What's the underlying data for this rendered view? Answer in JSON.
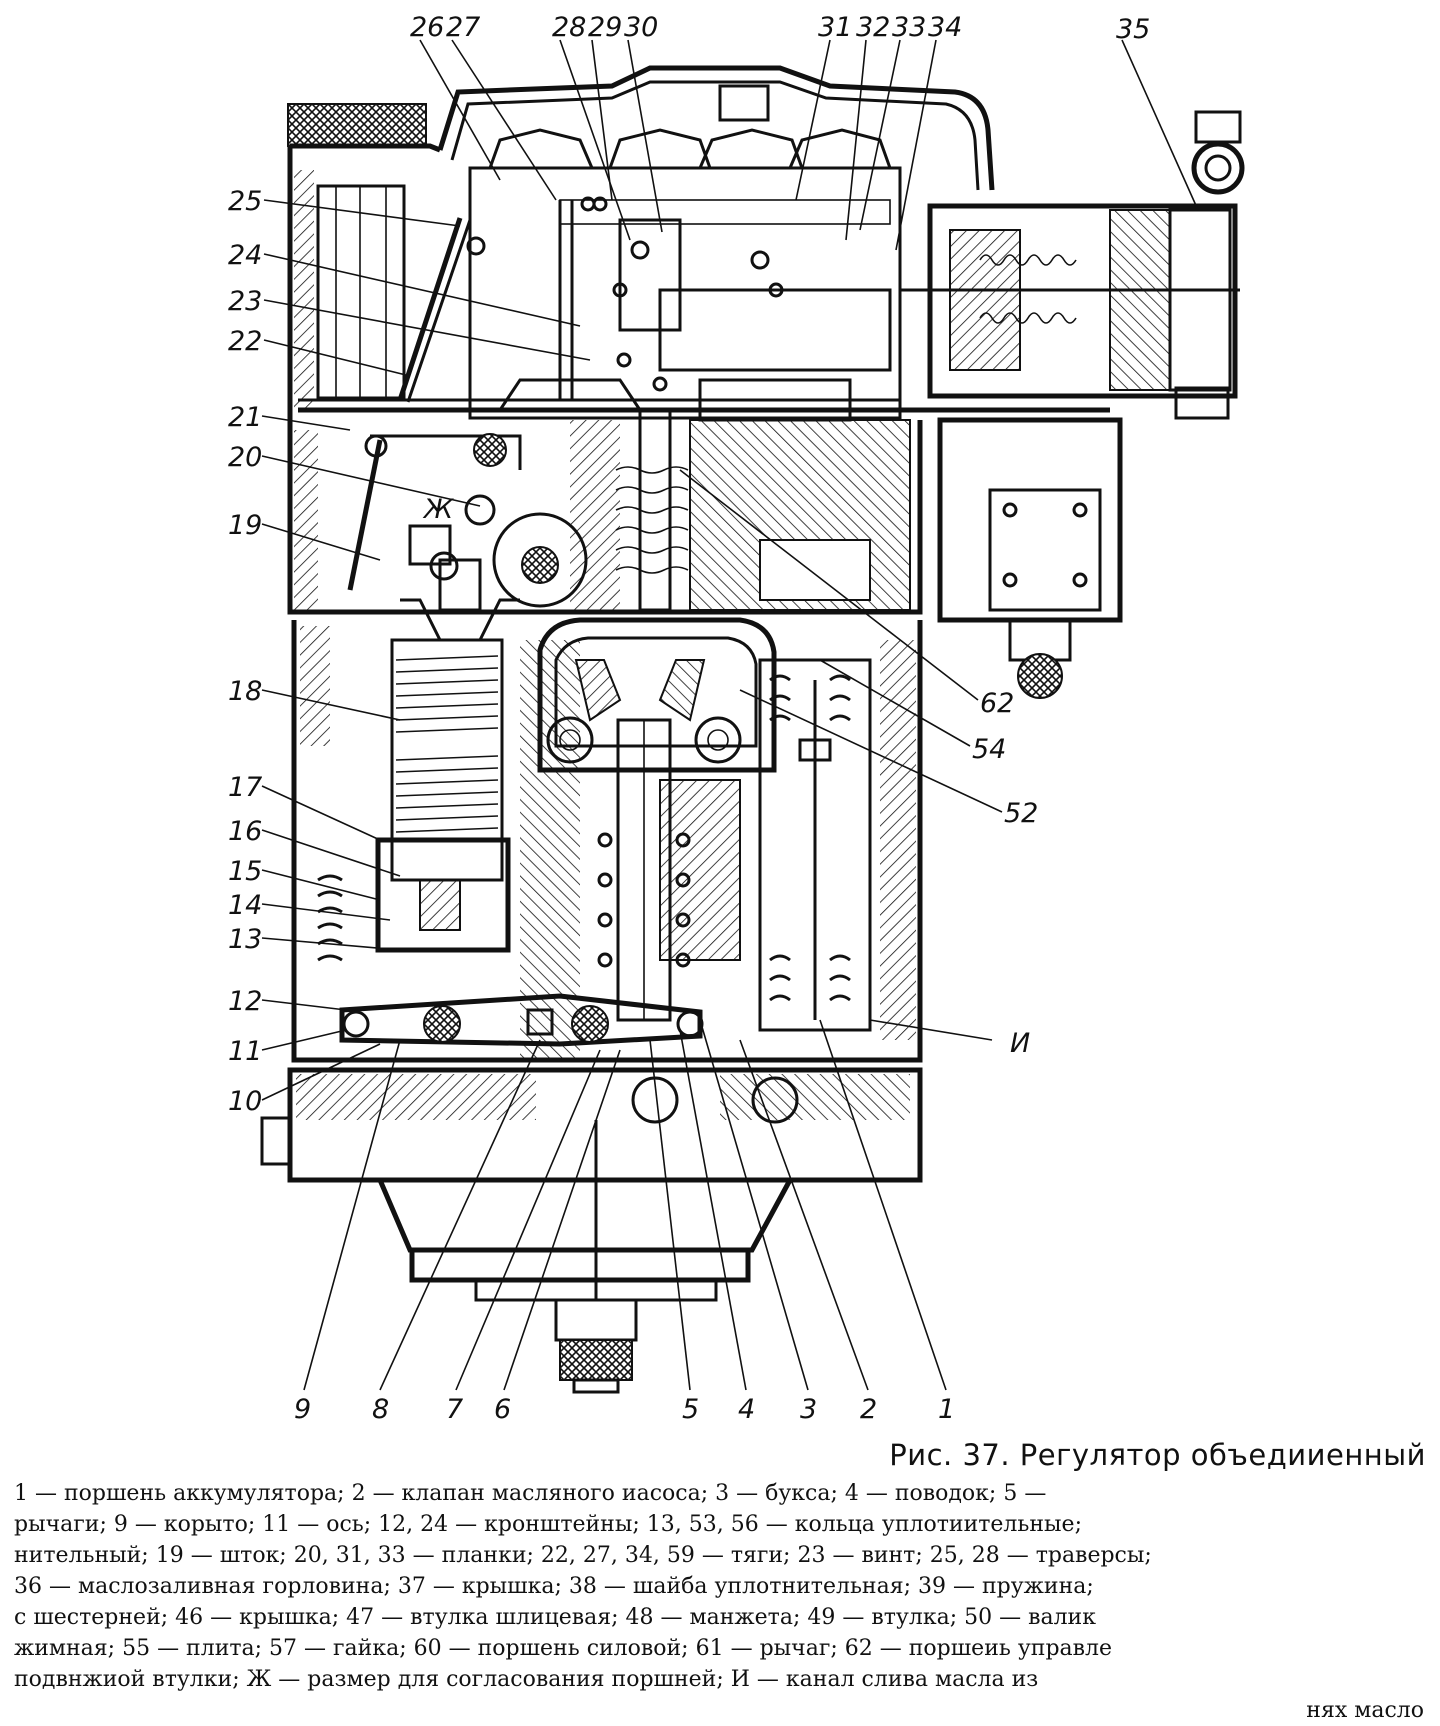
{
  "figure": {
    "labels": [
      "1",
      "2",
      "3",
      "4",
      "5",
      "6",
      "7",
      "8",
      "9",
      "10",
      "11",
      "12",
      "13",
      "14",
      "15",
      "16",
      "17",
      "18",
      "19",
      "20",
      "21",
      "22",
      "23",
      "24",
      "25",
      "26",
      "27",
      "28",
      "29",
      "30",
      "31",
      "32",
      "33",
      "34",
      "35",
      "52",
      "54",
      "62",
      "Ж",
      "И"
    ],
    "caption_title": "Рис. 37. Регулятор объедииенный",
    "legend_lines": [
      "1 — поршень аккумулятора; 2 — клапан масляного иасоса; 3 — букса; 4 — поводок; 5 —",
      "рычаги; 9 — корыто; 11 — ось; 12, 24 — кронштейны; 13, 53, 56 — кольца уплотиительные;",
      "нительный; 19 — шток; 20, 31, 33 — планки; 22, 27, 34, 59 — тяги; 23 — винт; 25, 28 — траверсы;",
      "36 — маслозаливная горловина; 37 — крышка; 38 — шайба уплотнительная; 39 — пружина;",
      "с шестерней; 46 — крышка; 47 — втулка шлицевая; 48 — манжета; 49 — втулка; 50 — валик",
      "жимная; 55 — плита; 57 — гайка; 60 — поршень силовой; 61 — рычаг; 62 — поршеиь управле",
      "подвнжиой втулки; Ж — размер для согласования поршней; И — канал слива масла из",
      "нях масло"
    ]
  }
}
